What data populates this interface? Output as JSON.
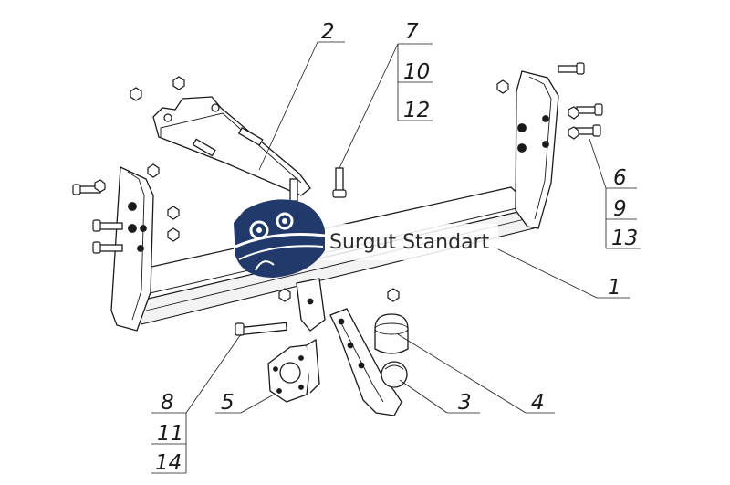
{
  "diagram": {
    "callouts": {
      "c1": "1",
      "c2": "2",
      "c3": "3",
      "c4": "4",
      "c5": "5",
      "c6": "6",
      "c7": "7",
      "c8": "8",
      "c9": "9",
      "c10": "10",
      "c11": "11",
      "c12": "12",
      "c13": "13",
      "c14": "14"
    },
    "watermark": {
      "text": "Surgut Standart",
      "logo_color": "#213a6b"
    }
  }
}
